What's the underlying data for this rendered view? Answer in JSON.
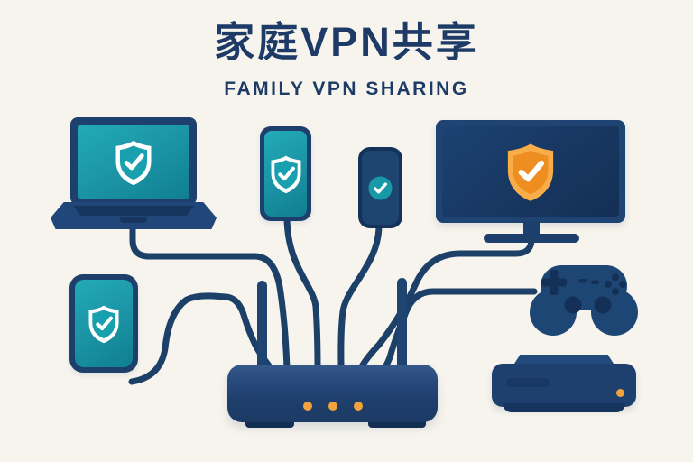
{
  "header": {
    "title": "家庭VPN共享",
    "subtitle": "FAMILY VPN SHARING"
  },
  "palette": {
    "background": "#f7f4ee",
    "title_text": "#1d3b66",
    "navy": "#1e3f6c",
    "navy_deep": "#16345c",
    "teal_screen": "#1a93a4",
    "shield_white": "#ffffff",
    "orange_shield_outer": "#f8ad49",
    "orange_shield_inner": "#ee8d20",
    "led_orange": "#f2a33c",
    "cable": "#1d4068"
  },
  "devices": {
    "laptop": {
      "badge_icon": "shield-check-icon",
      "badge_style": "teal"
    },
    "smartphone": {
      "badge_icon": "shield-check-icon",
      "badge_style": "teal"
    },
    "mobile_device": {
      "badge_icon": "circle-check-icon",
      "badge_style": "teal"
    },
    "smart_tv": {
      "badge_icon": "shield-check-icon",
      "badge_style": "orange"
    },
    "phone": {
      "badge_icon": "shield-check-icon",
      "badge_style": "teal"
    },
    "game_controller": {
      "badge_icon": null
    },
    "router": {
      "antenna_count": 2,
      "led_count": 3
    },
    "set_top_box": {
      "led_count": 1
    }
  },
  "connections": [
    "laptop-to-router",
    "smartphone-to-router",
    "mobile-device-to-router",
    "smart-tv-to-router",
    "phone-to-router",
    "game-controller-to-router"
  ]
}
